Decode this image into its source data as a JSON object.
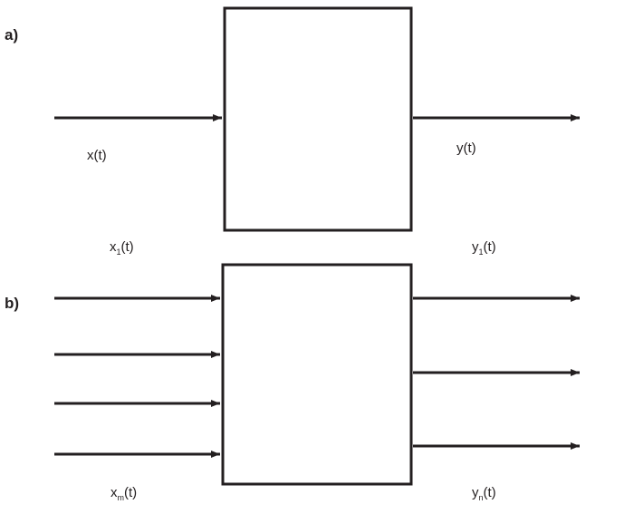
{
  "panel_a": {
    "label": "a)",
    "input": "x(t)",
    "output": "y(t)"
  },
  "panel_b": {
    "label": "b)",
    "input_first": {
      "var": "x",
      "sub": "1",
      "arg": "(t)"
    },
    "input_last": {
      "var": "x",
      "sub": "m",
      "arg": "(t)"
    },
    "output_first": {
      "var": "y",
      "sub": "1",
      "arg": "(t)"
    },
    "output_last": {
      "var": "y",
      "sub": "n",
      "arg": "(t)"
    }
  },
  "colors": {
    "ink": "#231f20",
    "background": "#ffffff"
  }
}
